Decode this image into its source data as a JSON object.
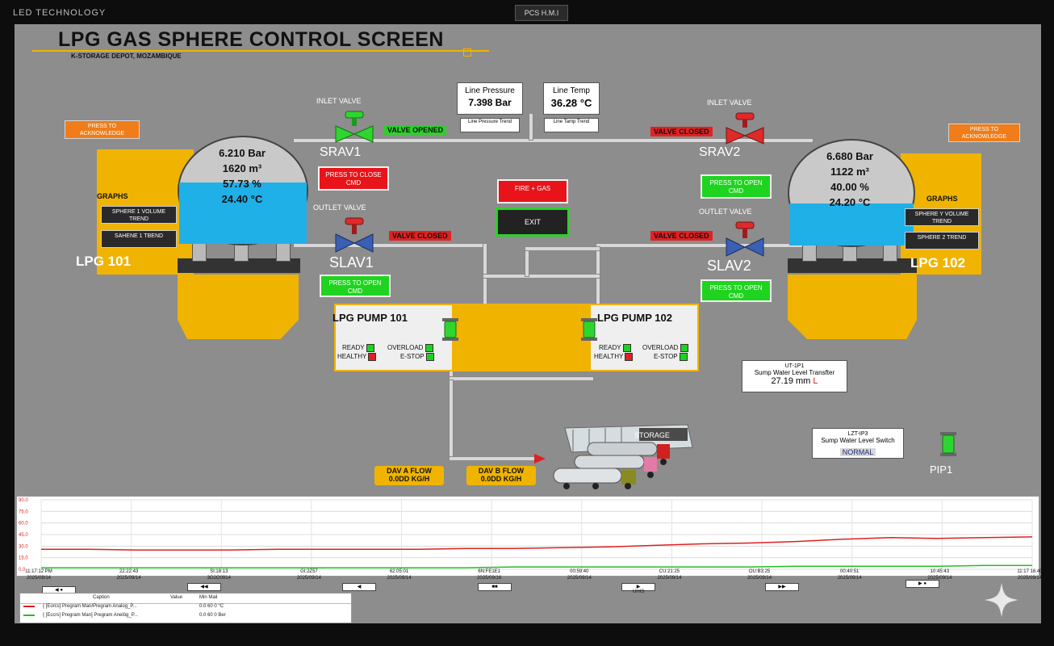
{
  "bezel": {
    "brand": "LED TECHNOLOGY",
    "tag": "PCS H.M.I"
  },
  "header": {
    "title": "LPG GAS SPHERE CONTROL SCREEN",
    "subtitle": "K-STORAGE DEPOT, MOZAMBIQUE"
  },
  "ack_buttons": {
    "left": "PRESS TO ACKNOWLEDGE",
    "right": "PRESS TO ACKNOWLEDGE"
  },
  "line_pressure": {
    "label": "Line Pressure",
    "value": "7.398 Bar",
    "trend": "Line Pressure Trend"
  },
  "line_temp": {
    "label": "Line Temp",
    "value": "36.28 °C",
    "trend": "Line Tamp Trend"
  },
  "valves": {
    "srav1": {
      "caption": "INLET VALVE",
      "name": "SRAV1",
      "status": "VALVE OPENED",
      "cmd": "PRESS TO CLOSE CMD"
    },
    "srav2": {
      "caption": "INLET VALVE",
      "name": "SRAV2",
      "status": "VALVE CLOSED",
      "cmd": "PRESS TO OPEN CMD"
    },
    "slav1": {
      "caption": "OUTLET VALVE",
      "name": "SLAV1",
      "status": "VALVE CLOSED",
      "cmd": "PRESS TO OPEN CMD"
    },
    "slav2": {
      "caption": "OUTLET VALVE",
      "name": "SLAV2",
      "status": "VALVE CLOSED",
      "cmd": "PRESS TO OPEN CMD"
    }
  },
  "fire_gas": {
    "label": "FIRE + GAS"
  },
  "exit": {
    "label": "EXIT"
  },
  "sphere1": {
    "name": "LPG 101",
    "pressure": "6.210 Bar",
    "volume": "1620 m³",
    "level": "57.73 %",
    "level_value": 57.73,
    "temp": "24.40 °C",
    "graphs_label": "GRAPHS",
    "graph_btn1": "SPHERE 1 VOLUME TREND",
    "graph_btn2": "SAHENE 1 TBEND"
  },
  "sphere2": {
    "name": "LPG 102",
    "pressure": "6.680 Bar",
    "volume": "1122 m³",
    "level": "40.00 %",
    "level_value": 40.0,
    "temp": "24.20 °C",
    "graphs_label": "GRAPHS",
    "graph_btn1": "SPHERE Y VOLUME TREND",
    "graph_btn2": "SPHERE 2 TREND"
  },
  "pump1": {
    "name": "LPG PUMP 101",
    "ready": "READY",
    "healthy": "HEALTHY",
    "overload": "OVERLOAD",
    "estop": "E-STOP"
  },
  "pump2": {
    "name": "LPG PUMP 102",
    "ready": "READY",
    "healthy": "HEALTHY",
    "overload": "OVERLOAD",
    "estop": "E-STOP"
  },
  "sump_transmitter": {
    "tag": "UT-1P1",
    "label": "Sump Water Level Transfter",
    "value": "27.19 mm",
    "flag": "L"
  },
  "sump_switch": {
    "tag": "LZT-IP3",
    "label": "Sump Water Level Switch",
    "state": "NORMAL"
  },
  "pip1": {
    "label": "PIP1"
  },
  "storage": {
    "label": "STORAGE"
  },
  "flows": {
    "a": {
      "label": "DAV A FLOW",
      "value": "0.0DD KG/H"
    },
    "b": {
      "label": "DAV B FLOW",
      "value": "0.0DD KG/H"
    }
  },
  "trend": {
    "y_ticks": [
      "90.0",
      "75.0",
      "60.0",
      "45.0",
      "30.0",
      "15.0",
      "0.0"
    ],
    "x_ticks": [
      {
        "time": "11:17:12 PM",
        "date": "2025/09/14"
      },
      {
        "time": "22:22:43",
        "date": "2025/09/14"
      },
      {
        "time": "SI:18:13",
        "date": "3O2O0914"
      },
      {
        "time": "GI:2Z57",
        "date": "2025/09/14"
      },
      {
        "time": "62:05:01",
        "date": "2025/09/14"
      },
      {
        "time": "6N:FE1E1",
        "date": "2025/09/16"
      },
      {
        "time": "00:59:40",
        "date": "2025/09/14"
      },
      {
        "time": "CU:21:25",
        "date": "2025/09/14"
      },
      {
        "time": "OU:B3:25",
        "date": "2025/09/14"
      },
      {
        "time": "00:40:51",
        "date": "2025/09/14"
      },
      {
        "time": "10:45:43",
        "date": "2025/09/14"
      },
      {
        "time": "11:17 16:40",
        "date": "2025/09/14"
      }
    ],
    "units_label": "UHIS",
    "series_colors": {
      "red": "#e02020",
      "green": "#20c020"
    },
    "red_series": [
      26,
      26,
      25,
      25,
      25,
      26,
      26,
      26,
      26,
      27,
      27,
      28,
      29,
      31,
      33,
      34,
      36,
      39,
      41,
      40,
      41,
      42
    ],
    "green_series": [
      2,
      2,
      2,
      2,
      2,
      2,
      2,
      2,
      2,
      2,
      3,
      3,
      3,
      3,
      3,
      3,
      4,
      4,
      4,
      4,
      5,
      5
    ],
    "legend": {
      "col_caption": "Caption",
      "col_value": "Value",
      "col_minmax": "Min Mail",
      "rows": [
        {
          "caption": "{ [Eorcs] Pregram Man/Pregram Analog_P...",
          "value": "0.0 60 0 °C"
        },
        {
          "caption": "{ [Eccrs] Pregram Man] Pregram Anelög_P...",
          "value": "0.0 60 0 Ber"
        }
      ]
    }
  }
}
